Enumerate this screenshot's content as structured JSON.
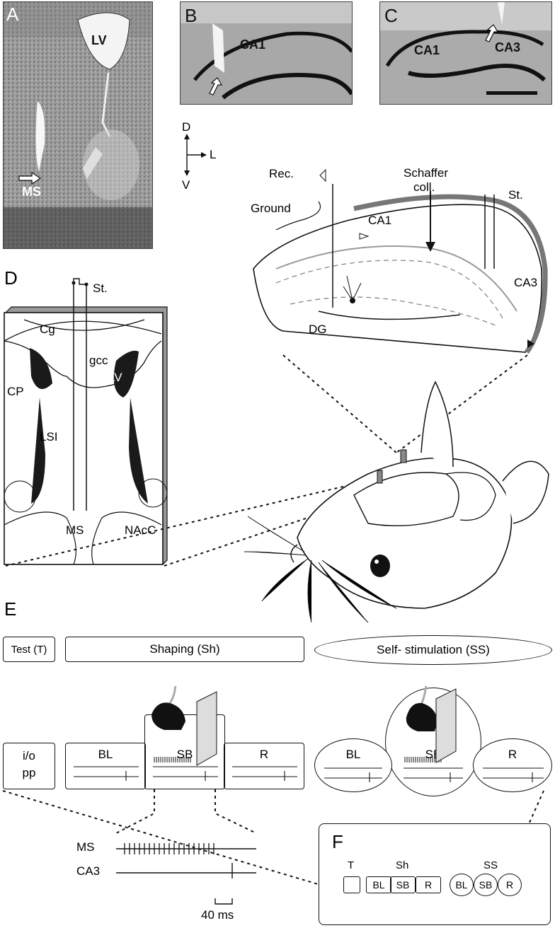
{
  "panel_letters": {
    "a": "A",
    "b": "B",
    "c": "C",
    "d": "D",
    "e": "E",
    "f": "F"
  },
  "photo_labels": {
    "lv": "LV",
    "ms": "MS",
    "b_ca1": "CA1",
    "c_ca1": "CA1",
    "c_ca3": "CA3"
  },
  "axes": {
    "dorsal": "D",
    "lateral": "L",
    "ventral": "V"
  },
  "hippocampus": {
    "rec": "Rec.",
    "ground": "Ground",
    "schaffer_1": "Schaffer",
    "schaffer_2": "coll.",
    "st": "St.",
    "ca1": "CA1",
    "ca3": "CA3",
    "dg": "DG"
  },
  "septum": {
    "st": "St.",
    "cg": "Cg",
    "gcc": "gcc",
    "cp": "CP",
    "lv": "LV",
    "lsi": "LSI",
    "ms": "MS",
    "nacc": "NAcC"
  },
  "protocol": {
    "test": "Test (T)",
    "shaping": "Shaping (Sh)",
    "self_stim": "Self- stimulation (SS)",
    "io_1": "i/o",
    "io_2": "pp",
    "bl": "BL",
    "sb": "SB",
    "r": "R"
  },
  "trace": {
    "ms": "MS",
    "ca3": "CA3",
    "scale": "40 ms"
  },
  "summary": {
    "t": "T",
    "sh": "Sh",
    "ss": "SS",
    "bl": "BL",
    "sb": "SB",
    "r": "R"
  },
  "colors": {
    "ink": "#111111",
    "stain_bg": "#b9b9b9",
    "cell_layer": "#1a1a1a",
    "panel_gray": "#8a8a8a"
  }
}
